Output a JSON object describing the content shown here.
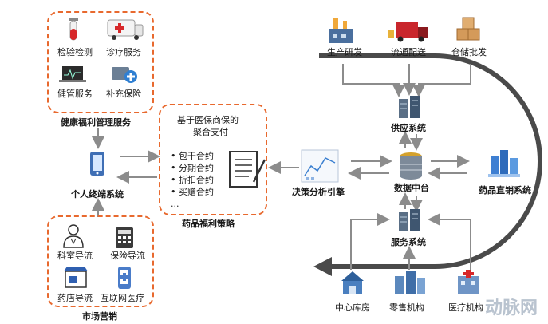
{
  "health_services": {
    "items": [
      "检验检测",
      "诊疗服务",
      "健管服务",
      "补充保险"
    ],
    "title": "健康福利管理服务"
  },
  "personal_terminal": {
    "title": "个人终端系统"
  },
  "market": {
    "items": [
      "科室导流",
      "保险导流",
      "药店导流",
      "互联网医疗"
    ],
    "title": "市场营销"
  },
  "strategy": {
    "heading_line1": "基于医保商保的",
    "heading_line2": "聚合支付",
    "contracts": [
      "包干合约",
      "分期合约",
      "折扣合约",
      "买赠合约",
      "..."
    ],
    "title": "药品福利策略"
  },
  "engine": {
    "title": "决策分析引擎"
  },
  "data_platform": {
    "title": "数据中台"
  },
  "supply": {
    "title": "供应系统",
    "sources": [
      "生产研发",
      "流通配送",
      "仓储批发"
    ]
  },
  "service": {
    "title": "服务系统",
    "nodes": [
      "中心库房",
      "零售机构",
      "医疗机构"
    ]
  },
  "direct_sales": {
    "title": "药品直销系统"
  },
  "watermark": "动脉网",
  "colors": {
    "dash": "#e8692e",
    "arrow": "#8c8c8c",
    "loop": "#444444"
  }
}
